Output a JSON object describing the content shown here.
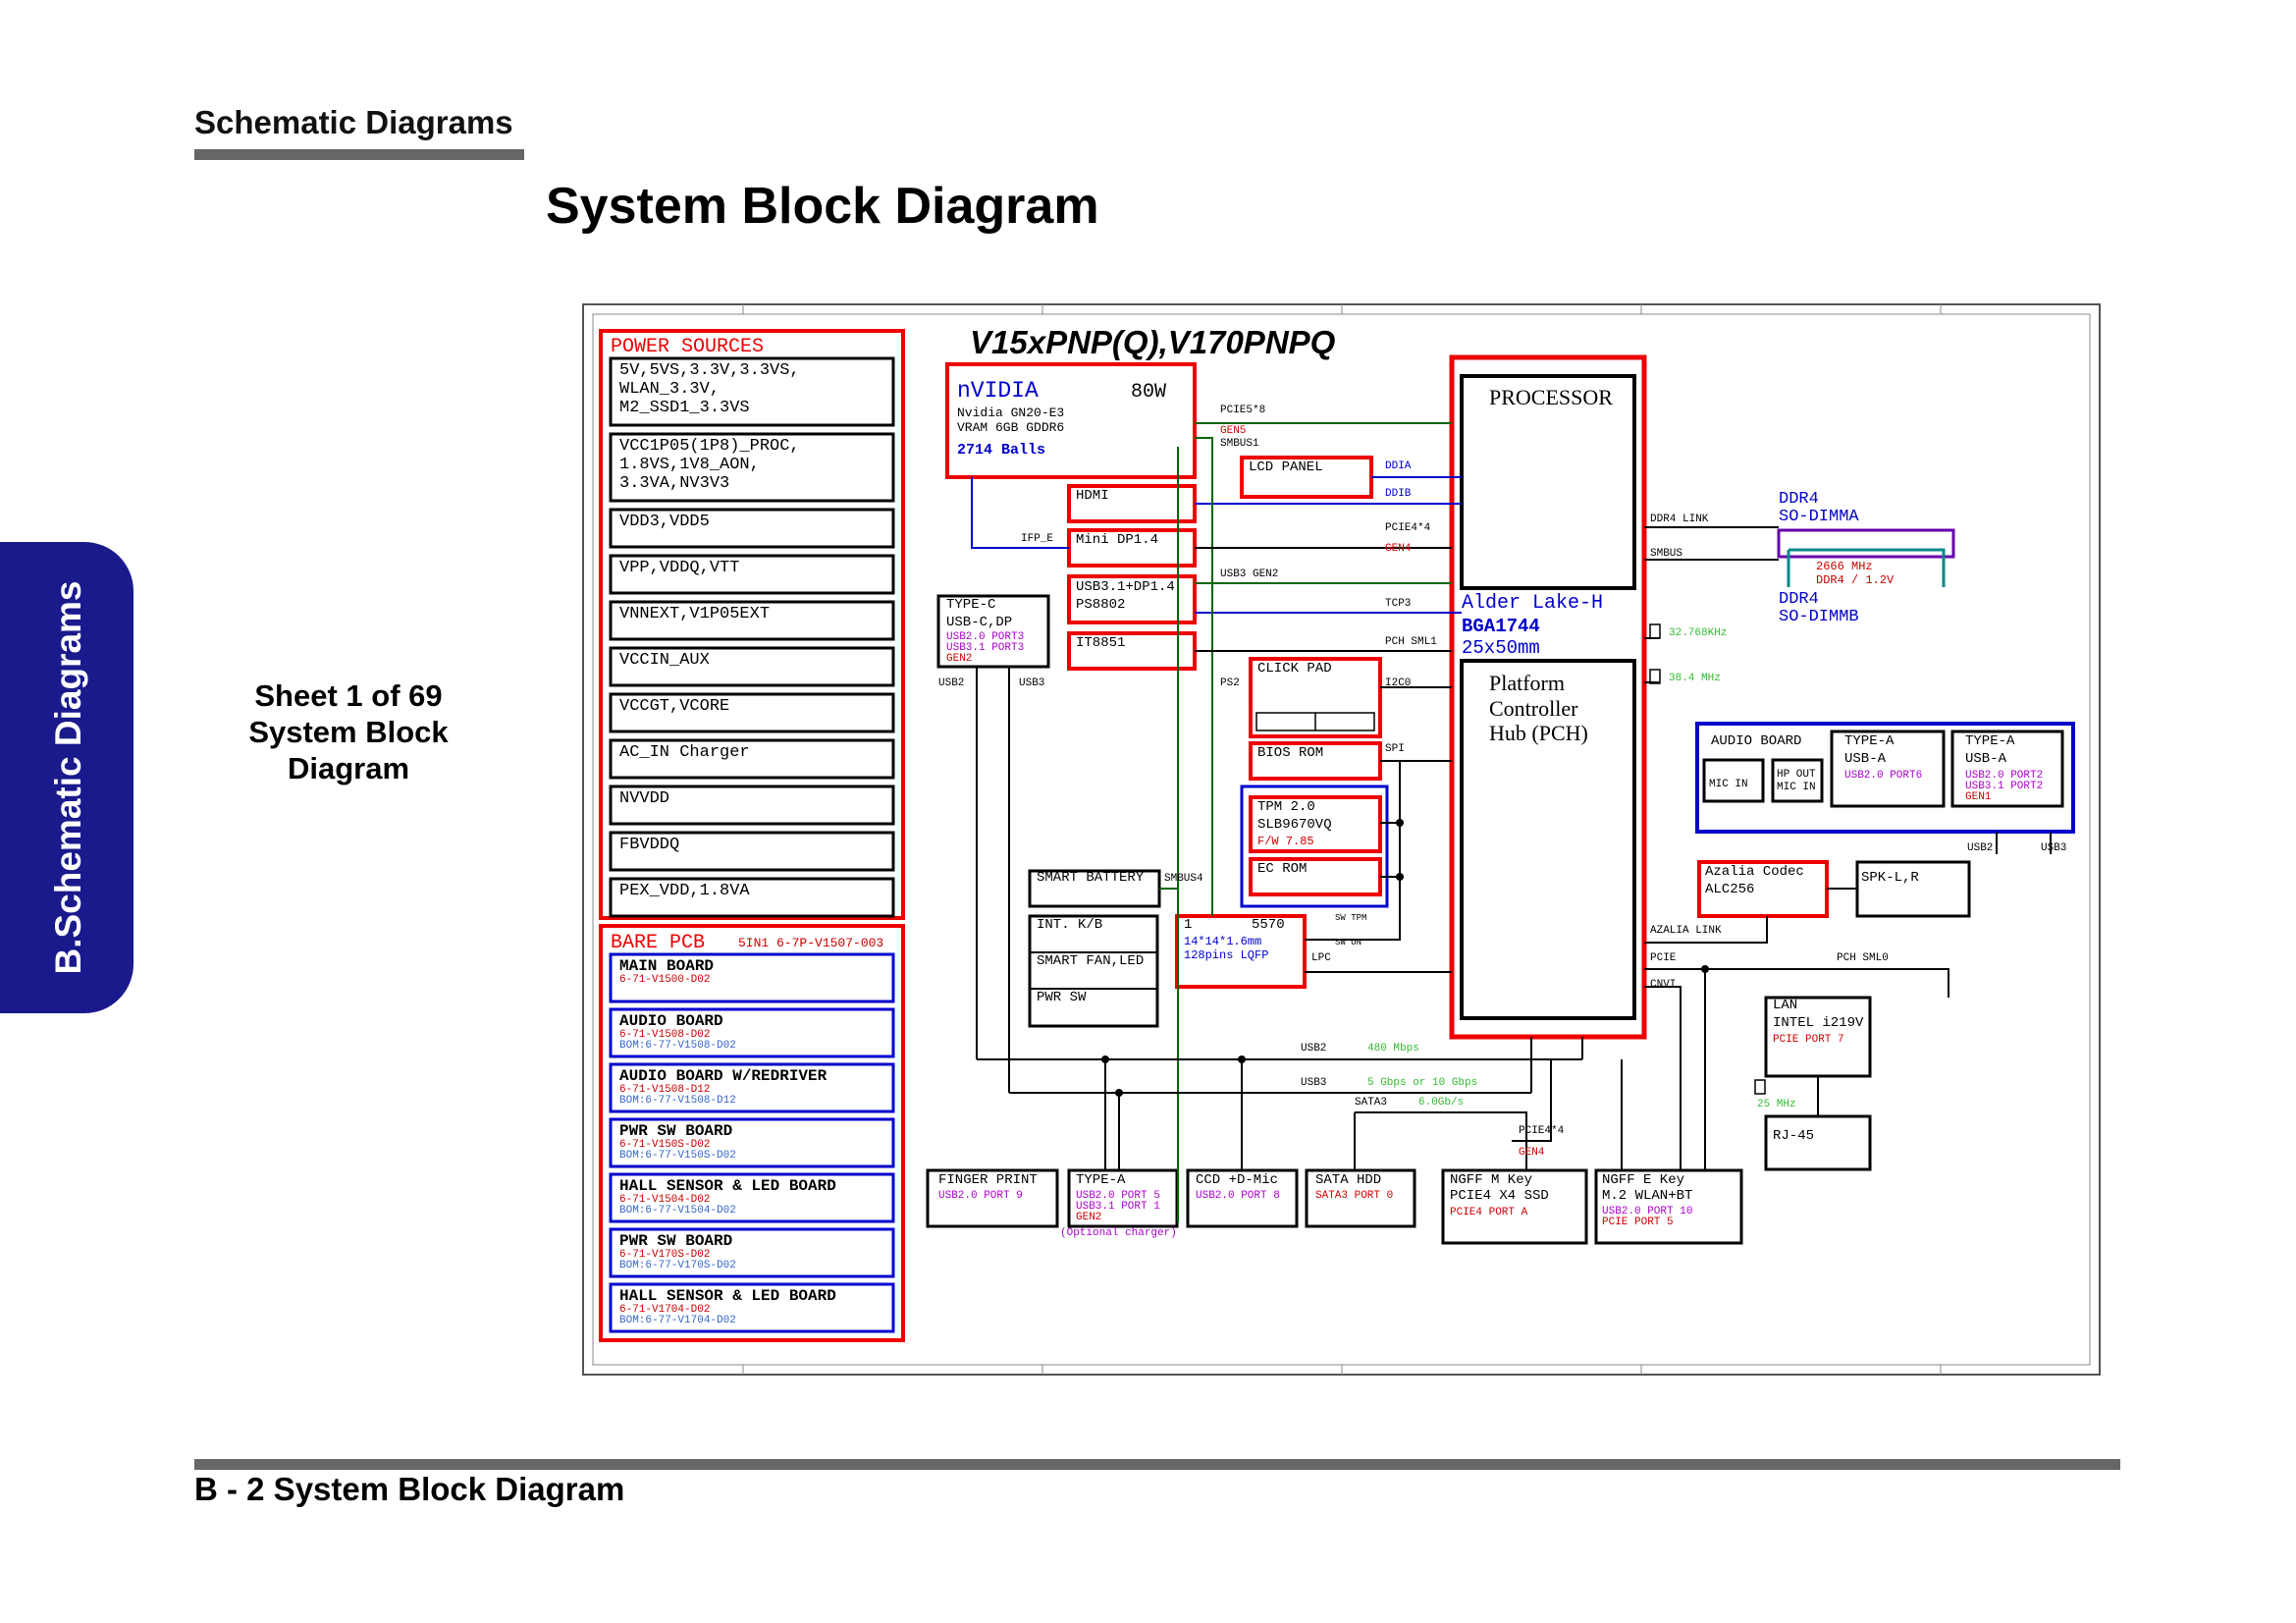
{
  "header": {
    "section": "Schematic  Diagrams",
    "title": "System Block Diagram"
  },
  "side_tab": "B.Schematic Diagrams",
  "sheet_label": [
    "Sheet 1 of 69",
    "System Block",
    "Diagram"
  ],
  "footer": "B - 2   System Block Diagram",
  "diagram": {
    "model": "V15xPNP(Q),V170PNPQ",
    "power_sources": {
      "title": "POWER  SOURCES",
      "rails": [
        [
          "5V,5VS,3.3V,3.3VS,",
          "WLAN_3.3V,",
          "M2_SSD1_3.3VS"
        ],
        [
          "VCC1P05(1P8)_PROC,",
          "1.8VS,1V8_AON,",
          "3.3VA,NV3V3"
        ],
        [
          "VDD3,VDD5"
        ],
        [
          "VPP,VDDQ,VTT"
        ],
        [
          "VNNEXT,V1P05EXT"
        ],
        [
          "VCCIN_AUX"
        ],
        [
          "VCCGT,VCORE"
        ],
        [
          "AC_IN  Charger"
        ],
        [
          "NVVDD"
        ],
        [
          "FBVDDQ"
        ],
        [
          "PEX_VDD,1.8VA"
        ]
      ]
    },
    "bare_pcb": {
      "title": "BARE  PCB",
      "ref": "5IN1  6-7P-V1507-003",
      "boards": [
        {
          "name": "MAIN  BOARD",
          "parts": [
            "6-71-V1500-D02"
          ]
        },
        {
          "name": "AUDIO  BOARD",
          "parts": [
            "6-71-V1508-D02",
            "BOM:6-77-V1508-D02"
          ]
        },
        {
          "name": "AUDIO  BOARD  W/REDRIVER",
          "parts": [
            "6-71-V1508-D12",
            "BOM:6-77-V1508-D12"
          ]
        },
        {
          "name": "PWR  SW  BOARD",
          "parts": [
            "6-71-V150S-D02",
            "BOM:6-77-V150S-D02"
          ]
        },
        {
          "name": "HALL  SENSOR  &  LED  BOARD",
          "parts": [
            "6-71-V1504-D02",
            "BOM:6-77-V1504-D02"
          ]
        },
        {
          "name": "PWR  SW  BOARD",
          "parts": [
            "6-71-V170S-D02",
            "BOM:6-77-V170S-D02"
          ]
        },
        {
          "name": "HALL  SENSOR  &  LED  BOARD",
          "parts": [
            "6-71-V1704-D02",
            "BOM:6-77-V1704-D02"
          ]
        }
      ]
    },
    "gpu": {
      "brand": "nVIDIA",
      "power": "80W",
      "lines": [
        "Nvidia  GN20-E3",
        "VRAM  6GB  GDDR6"
      ],
      "balls": "2714   Balls"
    },
    "processor": {
      "label": "PROCESSOR",
      "name": "Alder Lake-H",
      "pkg": "BGA1744",
      "size": "25x50mm",
      "pch": [
        "Platform",
        "Controller",
        "Hub (PCH)"
      ]
    },
    "blocks": {
      "hdmi": "HDMI",
      "minidp": "Mini  DP1.4",
      "usb31dp": "USB3.1+DP1.4",
      "ps8802": "PS8802",
      "it8851": "IT8851",
      "lcd": "LCD  PANEL",
      "clickpad": "CLICK  PAD",
      "bios": "BIOS  ROM",
      "tpm": [
        "TPM  2.0",
        "SLB9670VQ",
        "F/W  7.85"
      ],
      "ecrom": "EC  ROM",
      "smart_batt": "SMART  BATTERY",
      "intkb": "INT.  K/B",
      "fan": "SMART  FAN,LED",
      "pwrsw": "PWR  SW",
      "ec": [
        "5570",
        "14*14*1.6mm",
        "128pins  LQFP"
      ],
      "ec_pin": "1",
      "typec": [
        "TYPE-C",
        "USB-C,DP"
      ],
      "typec_ports": [
        "USB2.0  PORT3",
        "USB3.1  PORT3",
        "GEN2"
      ],
      "ddr_a": [
        "DDR4",
        "SO-DIMMA"
      ],
      "ddr_b": [
        "DDR4",
        "SO-DIMMB"
      ],
      "ddr_spec": [
        "2666  MHz",
        "DDR4  /  1.2V"
      ],
      "audio_board": "AUDIO  BOARD",
      "mic_in": "MIC  IN",
      "hp_out": [
        "HP  OUT",
        "MIC  IN"
      ],
      "typea1": [
        "TYPE-A",
        "USB-A",
        "USB2.0  PORT6"
      ],
      "typea2": [
        "TYPE-A",
        "USB-A",
        "USB2.0  PORT2",
        "USB3.1  PORT2",
        "GEN1"
      ],
      "azalia": [
        "Azalia  Codec",
        "ALC256"
      ],
      "spk": "SPK-L,R",
      "lan": [
        "LAN",
        "INTEL  i219V",
        "PCIE  PORT  7"
      ],
      "rj45": "RJ-45",
      "fp": [
        "FINGER  PRINT",
        "USB2.0  PORT  9"
      ],
      "typea3": [
        "TYPE-A",
        "USB2.0  PORT  5",
        "USB3.1  PORT  1",
        "GEN2",
        "(Optional  charger)"
      ],
      "ccd": [
        "CCD  +D-Mic",
        "USB2.0  PORT  8"
      ],
      "hdd": [
        "SATA  HDD",
        "SATA3  PORT  0"
      ],
      "ssd": [
        "NGFF  M  Key",
        "PCIE4  X4  SSD",
        "PCIE4  PORT  A"
      ],
      "wlan": [
        "NGFF  E  Key",
        "M.2  WLAN+BT",
        "USB2.0  PORT  10",
        "PCIE  PORT  5"
      ]
    },
    "signals": {
      "pcie58": "PCIE5*8",
      "gen5": "GEN5",
      "smbus1": "SMBUS1",
      "ddia": "DDIA",
      "ddib": "DDIB",
      "pcie44": "PCIE4*4",
      "gen4": "GEN4",
      "ifpe": "IFP_E",
      "usb3gen2": "USB3  GEN2",
      "tcp3": "TCP3",
      "pchsml1": "PCH  SML1",
      "ps2": "PS2",
      "i2c0": "I2C0",
      "spi": "SPI",
      "smbus4": "SMBUS4",
      "lpc": "LPC",
      "ddr4link": "DDR4  LINK",
      "smbus": "SMBUS",
      "xtal1": "32.768KHz",
      "xtal2": "38.4  MHz",
      "usb2": "USB2",
      "usb3": "USB3",
      "azalia_link": "AZALIA  LINK",
      "pcie": "PCIE",
      "cnvi": "CNVI",
      "pchsml0": "PCH  SML0",
      "usb2_bus": "USB2",
      "usb2_speed": "480  Mbps",
      "usb3_bus": "USB3",
      "usb3_speed": "5  Gbps  or  10  Gbps",
      "sata3": "SATA3",
      "sata_speed": "6.0Gb/s",
      "pcie44b": "PCIE4*4",
      "gen4b": "GEN4",
      "mhz25": "25  MHz",
      "sw": "SW  TPM",
      "vol": "SW  ON"
    }
  }
}
